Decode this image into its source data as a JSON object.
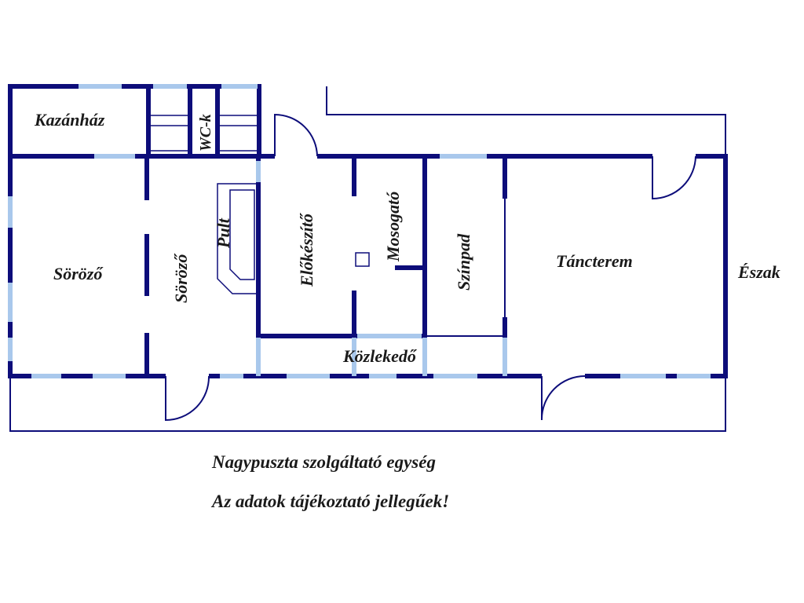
{
  "rooms": {
    "kazanhaz": "Kazánház",
    "wc": "WC-k",
    "sorozo_left": "Söröző",
    "sorozo_right": "Söröző",
    "pult": "Pult",
    "elokeszito": "Előkészítő",
    "mosogato": "Mosogató",
    "szinpad": "Színpad",
    "tancterem": "Táncterem",
    "kozlekedo": "Közlekedő",
    "eszak": "Észak"
  },
  "caption": {
    "line1": "Nagypuszta szolgáltató egység",
    "line2": "Az adatok tájékoztató jellegűek!"
  },
  "colors": {
    "wall": "#0d0d7a",
    "window": "#a9c8ec",
    "background": "#ffffff"
  }
}
